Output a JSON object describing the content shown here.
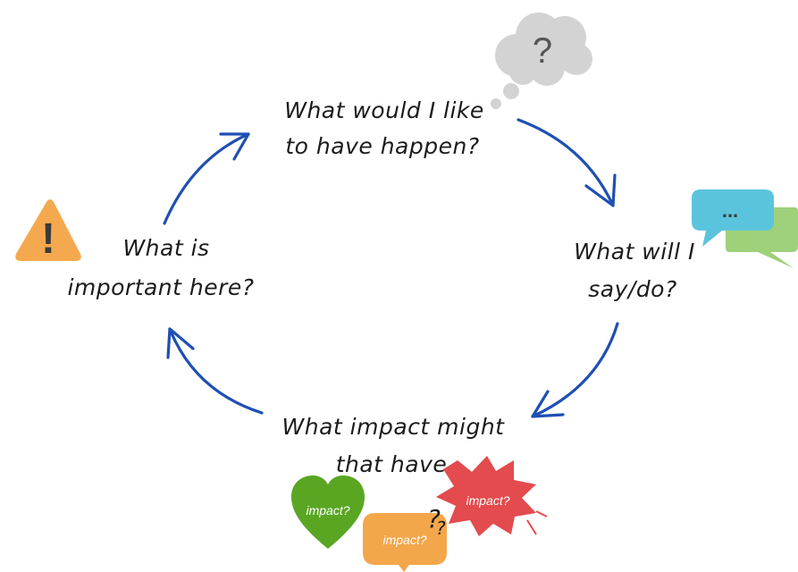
{
  "nodes": {
    "top": {
      "line1": "What would I like",
      "line2": "to have happen?"
    },
    "right": {
      "line1": "What will I",
      "line2": "say/do?"
    },
    "bottom": {
      "line1": "What impact might",
      "line2": "that have"
    },
    "left": {
      "line1": "What is",
      "line2": "important here?"
    }
  },
  "icons": {
    "thought_cloud": {
      "symbol": "?",
      "icon": "thought-cloud-question"
    },
    "speech_bubbles": {
      "symbol": "...",
      "icon": "speech-bubbles"
    },
    "warning": {
      "symbol": "!",
      "icon": "warning-triangle"
    },
    "question_marks": {
      "symbol1": "?",
      "symbol2": "?"
    },
    "impact_bubbles": {
      "green": "impact?",
      "orange": "impact?",
      "red": "impact?"
    }
  },
  "colors": {
    "arrow": "#1f4fb3",
    "cloud": "#d3d3d3",
    "speech_blue": "#5bc4dd",
    "speech_green": "#9fd07a",
    "warning": "#f5a94e",
    "impact_green": "#5aa623",
    "impact_orange": "#f4a64a",
    "impact_red": "#e34b4e"
  }
}
